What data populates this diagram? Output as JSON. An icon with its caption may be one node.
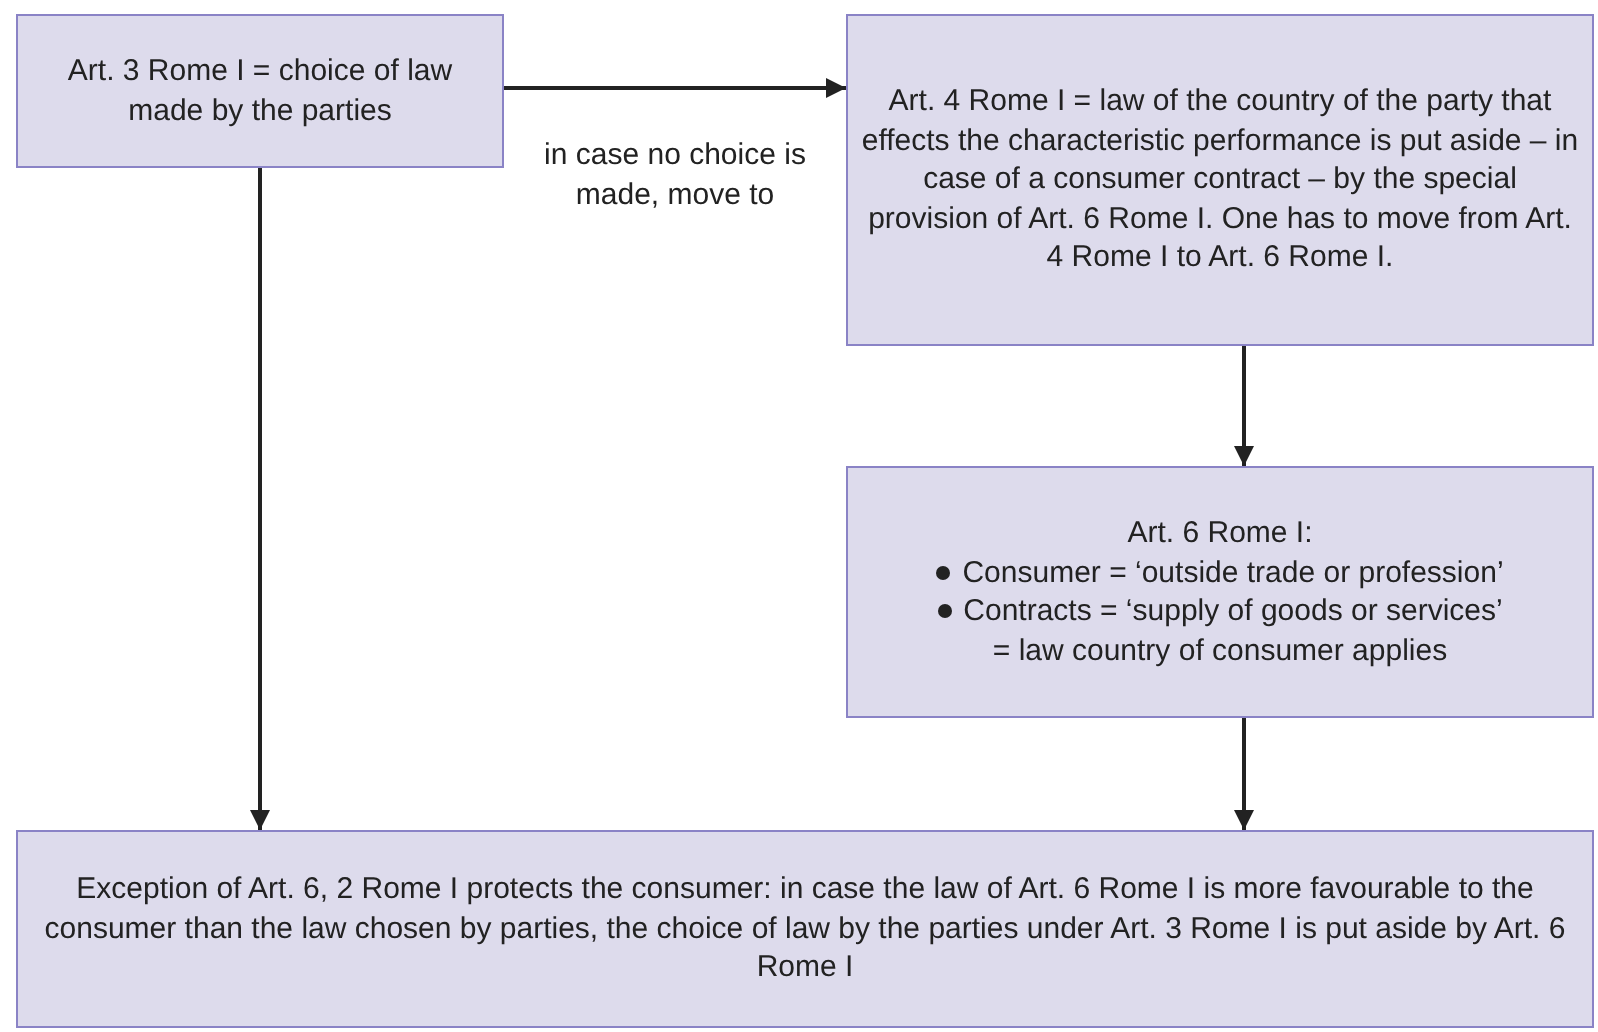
{
  "diagram": {
    "nodes": [
      {
        "text": [
          "Art. 3 Rome I = choice of law made by the parties"
        ]
      },
      {
        "text": [
          "Art. 4 Rome I = law of the country of the party that effects the characteristic performance is put aside – in case of a consumer contract – by the special provision of Art. 6 Rome I. One has to move from Art. 4 Rome I to Art. 6 Rome I."
        ]
      },
      {
        "text": [
          "Art. 6 Rome I:",
          "Consumer = ‘outside trade or profession’",
          "Contracts = ‘supply of goods or services’",
          "= law country of consumer applies"
        ]
      },
      {
        "text": [
          "Exception of Art. 6, 2 Rome I protects the consumer: in case the law of Art. 6 Rome I is more favourable to the consumer than the law chosen by parties, the choice of law by the parties under Art. 3 Rome I is put aside by Art. 6 Rome I"
        ]
      }
    ],
    "edges": [
      {
        "from": 0,
        "to": 1,
        "arrow": "to",
        "label": "in case no choice is made, move to"
      },
      {
        "from": 0,
        "to": 3,
        "arrow": "to"
      },
      {
        "from": 1,
        "to": 2,
        "arrow": "to"
      },
      {
        "from": 2,
        "to": 3,
        "arrow": "to"
      }
    ]
  }
}
